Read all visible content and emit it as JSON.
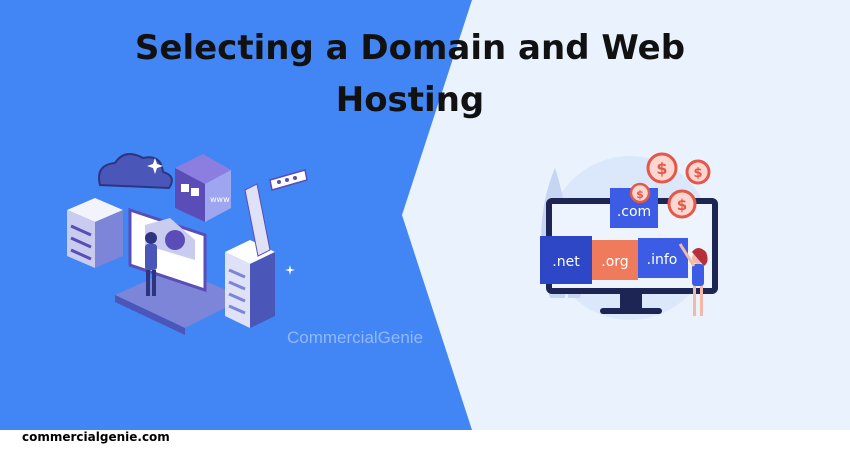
{
  "title": "Selecting a Domain and Web Hosting",
  "watermark": "CommercialGenie",
  "footer": {
    "site": "commercialgenie.com"
  },
  "hosting_illustration": {
    "www_label": "www"
  },
  "domain_illustration": {
    "tlds": [
      ".com",
      ".net",
      ".org",
      ".info"
    ],
    "currency_symbol": "$"
  },
  "colors": {
    "left_bg": "#4285f4",
    "right_bg": "#eaf3fd",
    "accent_purple": "#5b4db7",
    "tld_blue": "#3d5ce6",
    "tld_orange": "#f07a5c",
    "coin_red": "#e4574a"
  }
}
